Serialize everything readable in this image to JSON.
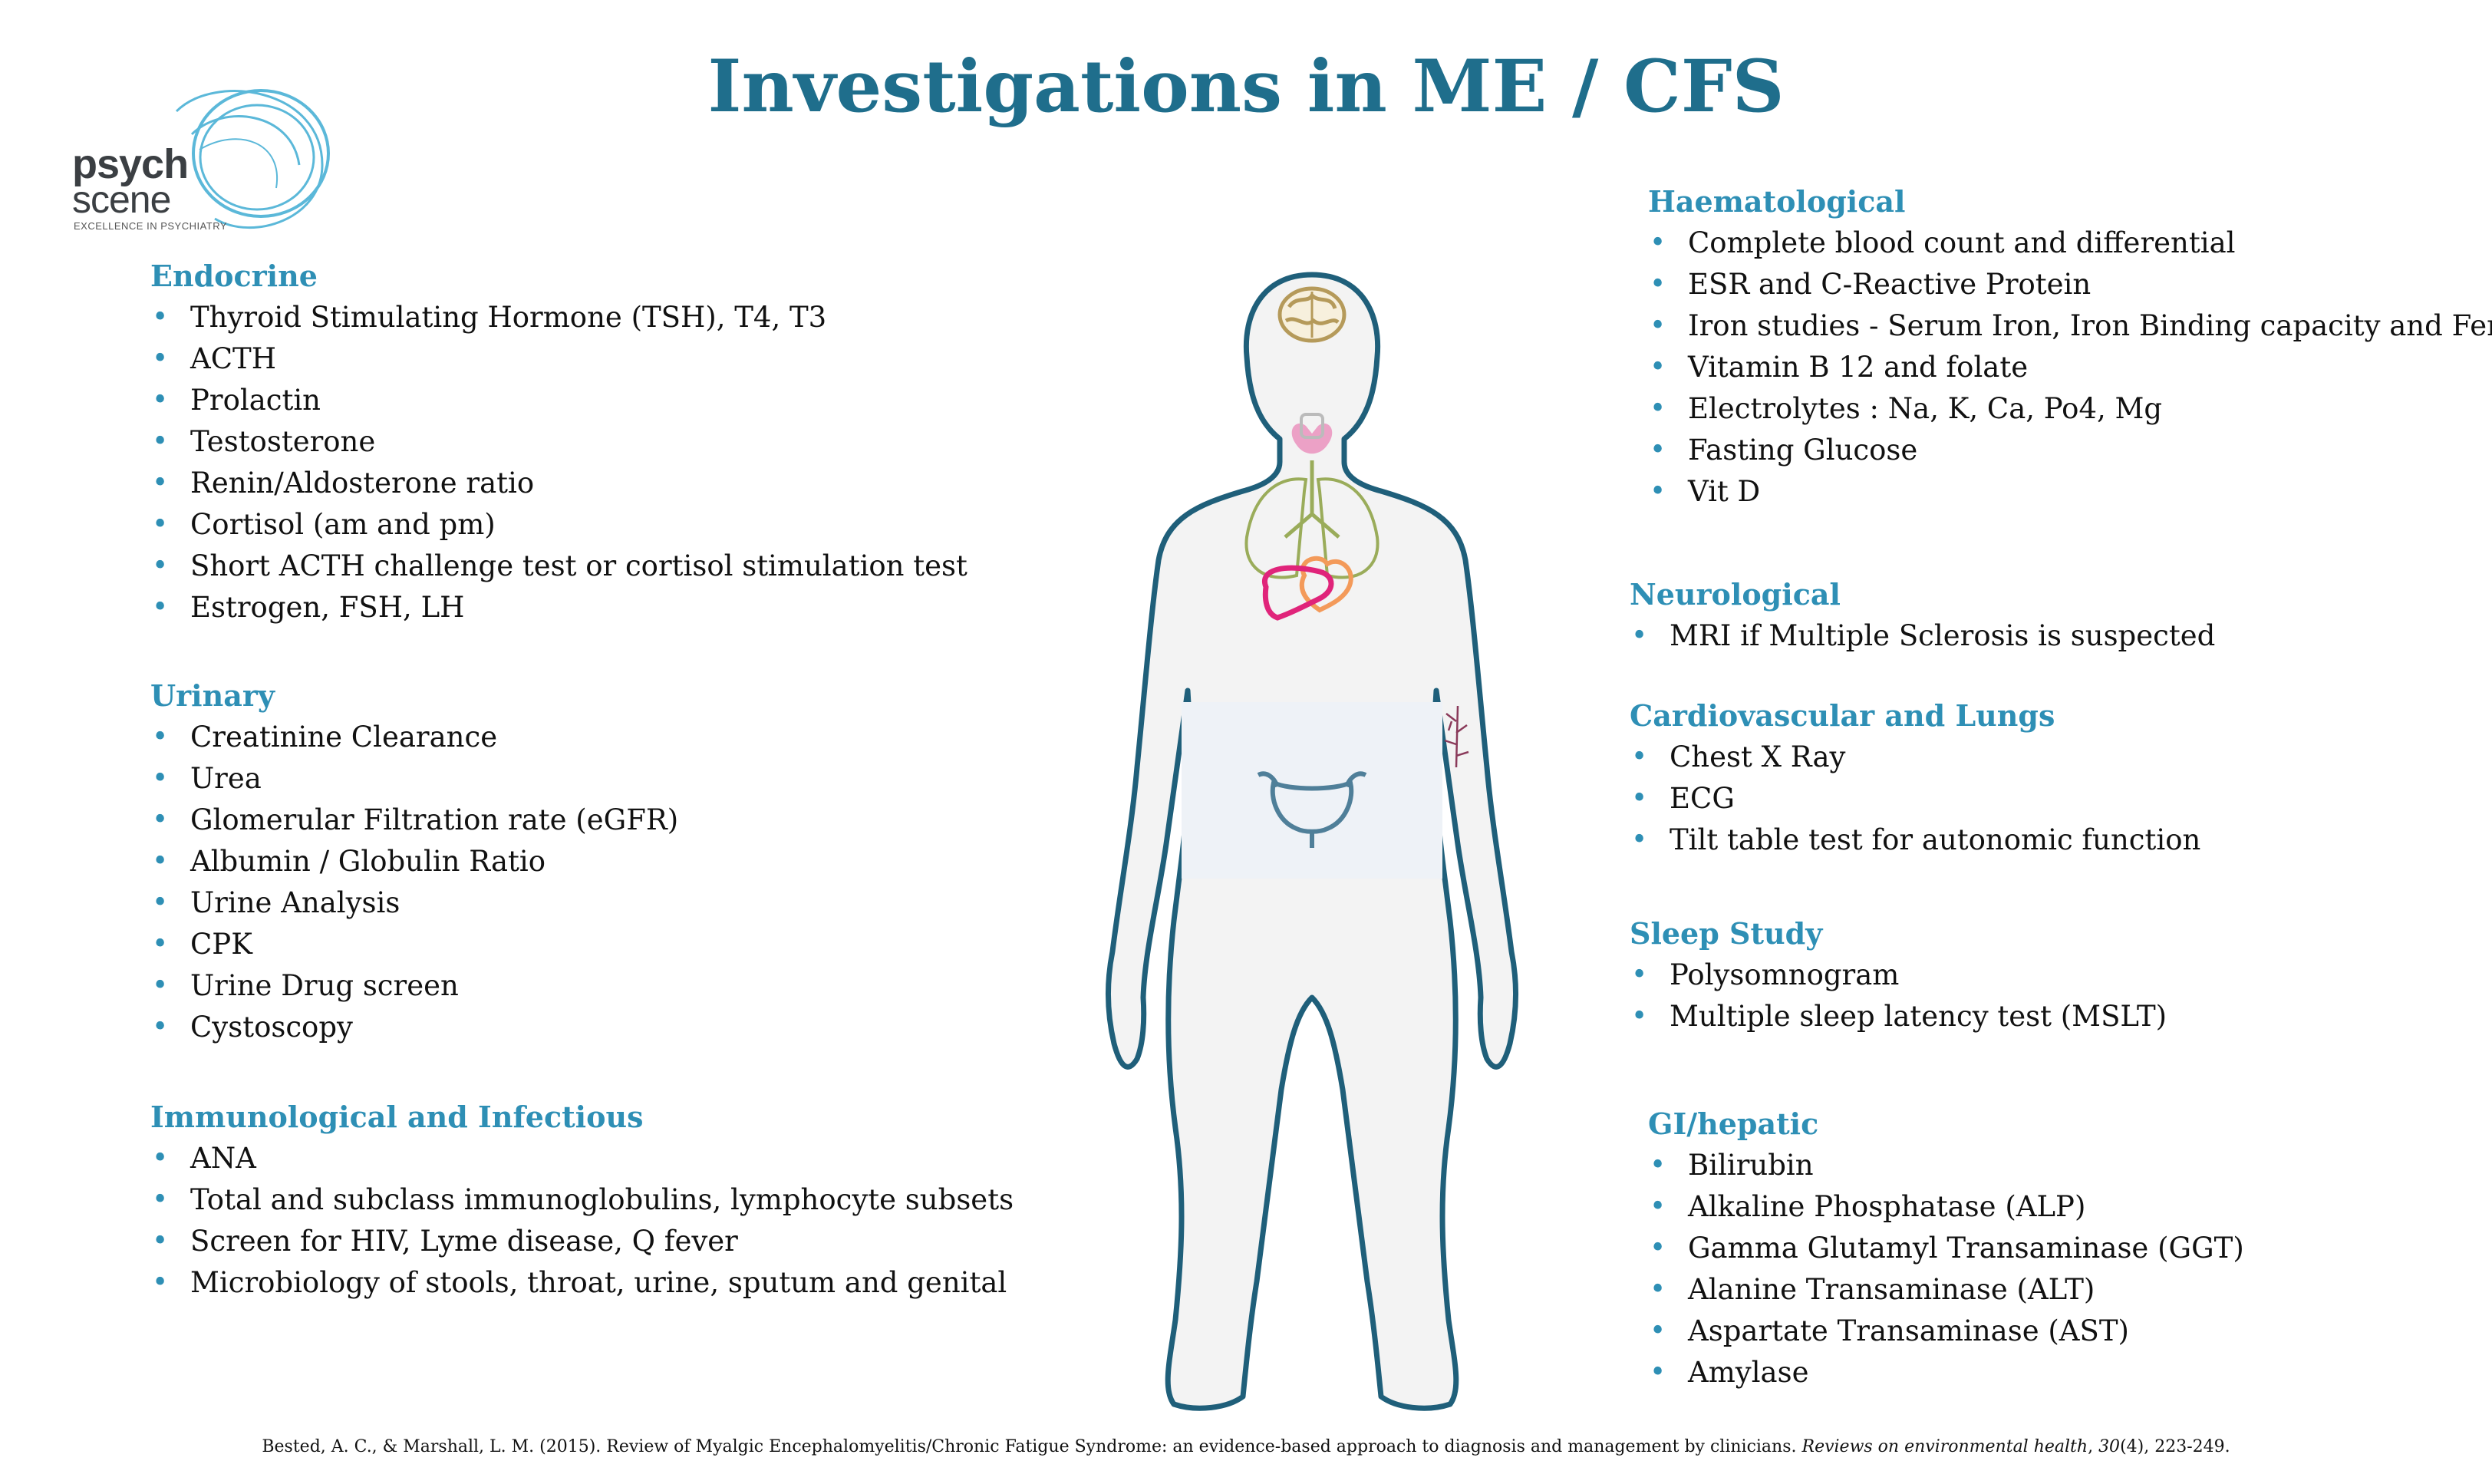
{
  "title": "Investigations in ME / CFS",
  "logo": {
    "word1": "psych",
    "word2": "scene",
    "tagline": "EXCELLENCE IN PSYCHIATRY"
  },
  "sections": {
    "endocrine": {
      "heading": "Endocrine",
      "items": [
        "Thyroid Stimulating Hormone (TSH), T4, T3",
        "ACTH",
        "Prolactin",
        "Testosterone",
        "Renin/Aldosterone ratio",
        "Cortisol (am and pm)",
        "Short ACTH challenge test or cortisol stimulation test",
        "Estrogen, FSH, LH"
      ]
    },
    "urinary": {
      "heading": "Urinary",
      "items": [
        "Creatinine Clearance",
        "Urea",
        "Glomerular Filtration rate (eGFR)",
        "Albumin / Globulin Ratio",
        "Urine Analysis",
        "CPK",
        "Urine Drug screen",
        "Cystoscopy"
      ]
    },
    "immunological": {
      "heading": "Immunological and Infectious",
      "items": [
        "ANA",
        "Total and subclass immunoglobulins, lymphocyte subsets",
        "Screen for HIV, Lyme disease, Q fever",
        "Microbiology of stools, throat, urine, sputum and genital"
      ]
    },
    "haematological": {
      "heading": "Haematological",
      "items": [
        "Complete blood count and differential",
        "ESR and C-Reactive Protein",
        "Iron studies - Serum Iron, Iron Binding capacity and Ferritin",
        "Vitamin B 12 and folate",
        "Electrolytes : Na, K, Ca, Po4, Mg",
        "Fasting Glucose",
        "Vit D"
      ]
    },
    "neurological": {
      "heading": "Neurological",
      "items": [
        "MRI if Multiple Sclerosis is suspected"
      ]
    },
    "cardiovascular": {
      "heading": "Cardiovascular and Lungs",
      "items": [
        "Chest X Ray",
        "ECG",
        "Tilt table test for autonomic function"
      ]
    },
    "sleep": {
      "heading": "Sleep Study",
      "items": [
        "Polysomnogram",
        "Multiple sleep latency test (MSLT)"
      ]
    },
    "gi": {
      "heading": "GI/hepatic",
      "items": [
        "Bilirubin",
        "Alkaline Phosphatase (ALP)",
        "Gamma Glutamyl Transaminase (GGT)",
        "Alanine Transaminase (ALT)",
        "Aspartate Transaminase (AST)",
        "Amylase"
      ]
    }
  },
  "citation": {
    "text": "Bested, A. C., & Marshall, L. M. (2015). Review of Myalgic Encephalomyelitis/Chronic Fatigue Syndrome: an evidence-based approach to diagnosis and management by clinicians.",
    "journal": "Reviews on environmental health",
    "volume": "30",
    "issue_pages": "(4), 223-249."
  },
  "colors": {
    "title": "#1f6e8c",
    "heading": "#2e8fb5",
    "body_outline": "#1f5f7a",
    "body_fill": "#f3f3f3",
    "brain": "#b59a5a",
    "thyroid": "#e86aa8",
    "lungs": "#9aac5a",
    "heart": "#f39a5a",
    "liver": "#e0247a",
    "bladder": "#4f7f99",
    "vessel": "#8a3a5a"
  }
}
